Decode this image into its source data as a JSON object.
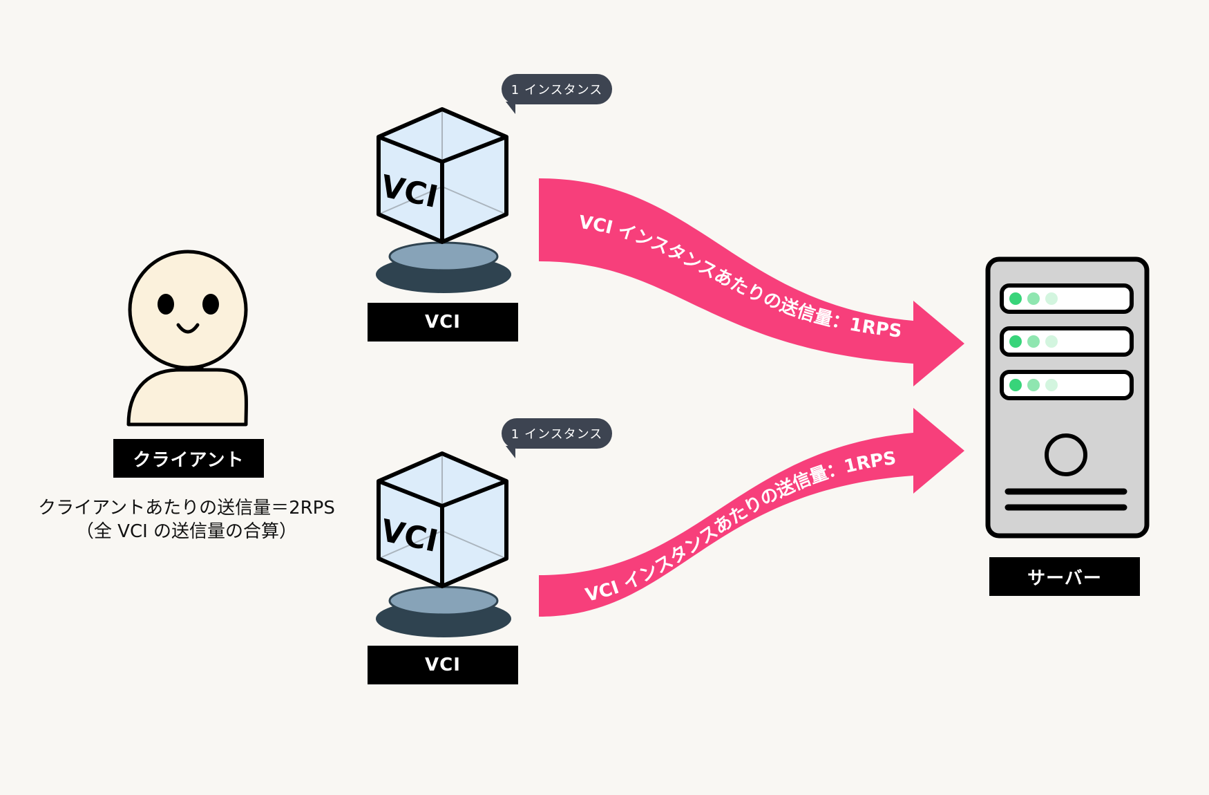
{
  "client": {
    "label": "クライアント",
    "caption_line1": "クライアントあたりの送信量＝2RPS",
    "caption_line2": "（全 VCI の送信量の合算）"
  },
  "vci_top": {
    "cube_text": "VCI",
    "label": "VCI",
    "bubble": "1 インスタンス"
  },
  "vci_bottom": {
    "cube_text": "VCI",
    "label": "VCI",
    "bubble": "1 インスタンス"
  },
  "arrow_top": {
    "text": "VCI インスタンスあたりの送信量：1RPS"
  },
  "arrow_bottom": {
    "text": "VCI インスタンスあたりの送信量：1RPS"
  },
  "server": {
    "label": "サーバー"
  },
  "colors": {
    "background": "#f9f7f3",
    "arrow": "#f73f7b",
    "person_fill": "#fbf1dc",
    "cube_fill": "#dcecfa",
    "pedestal_top": "#87a3b8",
    "pedestal_base": "#2f4350",
    "server_body": "#d3d3d3",
    "server_led": "#38d47a"
  }
}
